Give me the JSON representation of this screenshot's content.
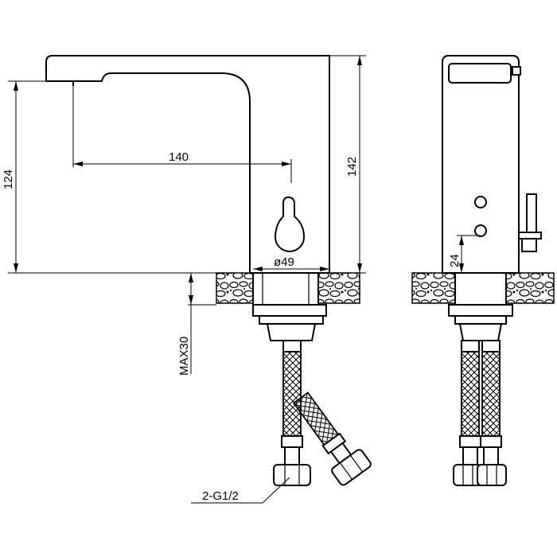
{
  "diagram": {
    "dimensions": {
      "spout_reach": "140",
      "height_to_spout": "124",
      "total_height": "142",
      "base_diameter": "ø49",
      "deck_thickness": "MAX30",
      "sensor_height": "24",
      "inlet_thread": "2-G1/2"
    }
  }
}
